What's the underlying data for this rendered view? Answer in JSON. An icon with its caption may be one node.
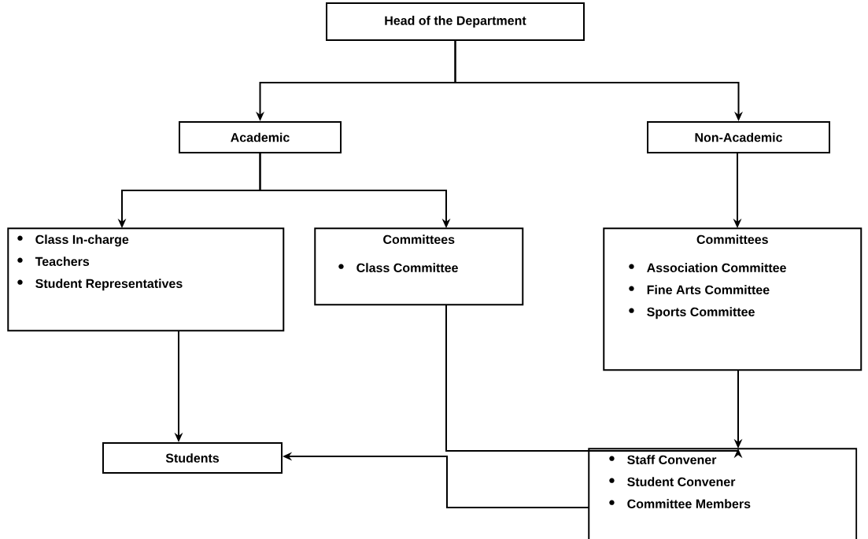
{
  "diagram": {
    "nodes": [
      {
        "text": [
          "Head of the Department"
        ]
      },
      {
        "text": [
          "Academic"
        ]
      },
      {
        "text": [
          "Non-Academic"
        ]
      },
      {
        "text": [
          "Class In-charge",
          "Teachers",
          "Student Representatives"
        ]
      },
      {
        "text": [
          "Committees",
          "Class Committee"
        ]
      },
      {
        "text": [
          "Committees",
          "Association Committee",
          "Fine Arts Committee",
          "Sports Committee"
        ]
      },
      {
        "text": [
          "Students"
        ]
      },
      {
        "text": [
          "Staff Convener",
          "Student Convener",
          "Committee Members"
        ]
      }
    ],
    "edges": [
      {
        "from": 0,
        "to": 1,
        "arrow": "to"
      },
      {
        "from": 0,
        "to": 2,
        "arrow": "to"
      },
      {
        "from": 1,
        "to": 3,
        "arrow": "to"
      },
      {
        "from": 1,
        "to": 4,
        "arrow": "to"
      },
      {
        "from": 2,
        "to": 5,
        "arrow": "to"
      },
      {
        "from": 3,
        "to": 6,
        "arrow": "to"
      },
      {
        "from": 4,
        "to": 7,
        "arrow": "to"
      },
      {
        "from": 5,
        "to": 7,
        "arrow": "to"
      },
      {
        "from": 7,
        "to": 6,
        "arrow": "to"
      }
    ]
  }
}
